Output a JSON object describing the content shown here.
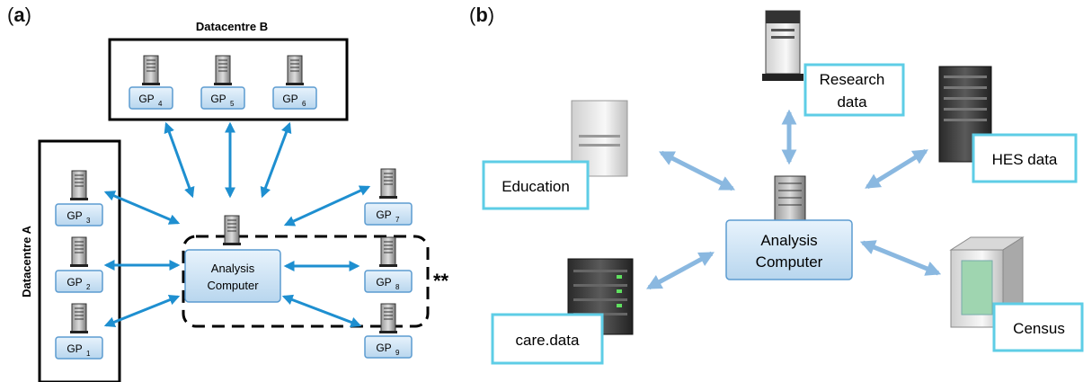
{
  "panel_a": {
    "label": "a",
    "datacentre_a": "Datacentre A",
    "datacentre_b": "Datacentre B",
    "analysis_line1": "Analysis",
    "analysis_line2": "Computer",
    "gp_prefix": "GP",
    "gp_nodes": [
      {
        "sub": "4"
      },
      {
        "sub": "5"
      },
      {
        "sub": "6"
      },
      {
        "sub": "3"
      },
      {
        "sub": "2"
      },
      {
        "sub": "1"
      },
      {
        "sub": "7"
      },
      {
        "sub": "8"
      },
      {
        "sub": "9"
      }
    ],
    "annotation": "**"
  },
  "panel_b": {
    "label": "b",
    "analysis_line1": "Analysis",
    "analysis_line2": "Computer",
    "research_line1": "Research",
    "research_line2": "data",
    "education": "Education",
    "hes": "HES data",
    "care": "care.data",
    "census": "Census"
  },
  "colors": {
    "arrow_a": "#1e8fd0",
    "arrow_b": "#8ab8e0",
    "box_fill_top": "#e4f1fb",
    "box_fill_bottom": "#bcd9ef",
    "box_border": "#5b9bd0",
    "label_box_border": "#5ecde6"
  }
}
